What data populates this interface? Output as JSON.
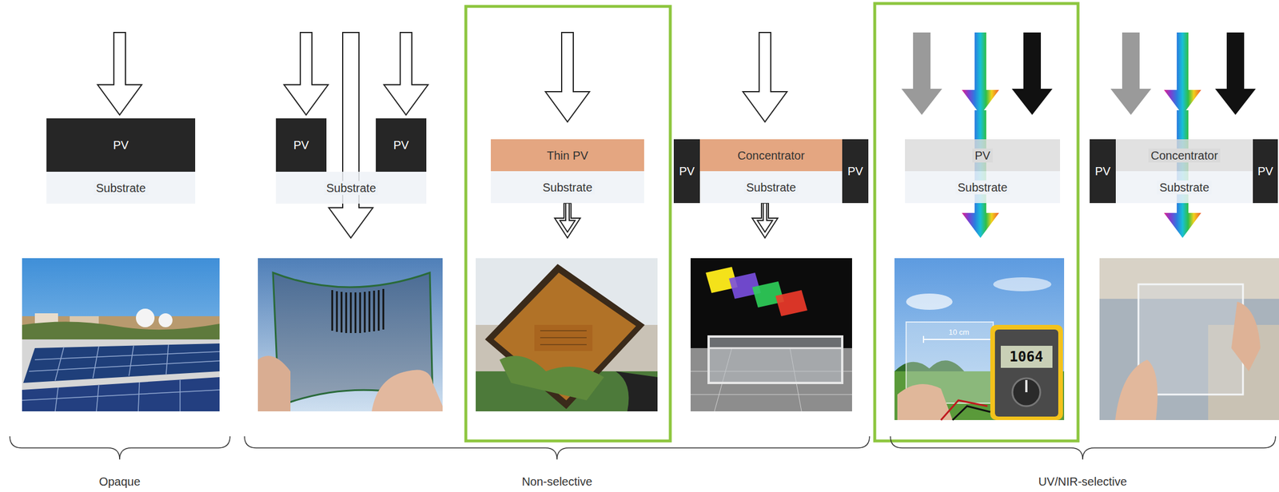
{
  "diagram": {
    "nodes": [
      {
        "text": [
          "PV"
        ]
      },
      {
        "text": [
          "Substrate"
        ]
      },
      {
        "text": [
          "PV"
        ]
      },
      {
        "text": [
          "PV"
        ]
      },
      {
        "text": [
          "Substrate"
        ]
      },
      {
        "text": [
          "Thin PV"
        ]
      },
      {
        "text": [
          "Substrate"
        ]
      },
      {
        "text": [
          "PV"
        ]
      },
      {
        "text": [
          "Concentrator"
        ]
      },
      {
        "text": [
          "Substrate"
        ]
      },
      {
        "text": [
          "PV"
        ]
      },
      {
        "text": [
          "PV"
        ]
      },
      {
        "text": [
          "Substrate"
        ]
      },
      {
        "text": [
          "PV"
        ]
      },
      {
        "text": [
          "Concentrator"
        ]
      },
      {
        "text": [
          "Substrate"
        ]
      },
      {
        "text": [
          "PV"
        ]
      }
    ],
    "labels": [
      "10 cm",
      "1064",
      "Opaque",
      "Non-selective",
      "UV/NIR-selective"
    ]
  }
}
